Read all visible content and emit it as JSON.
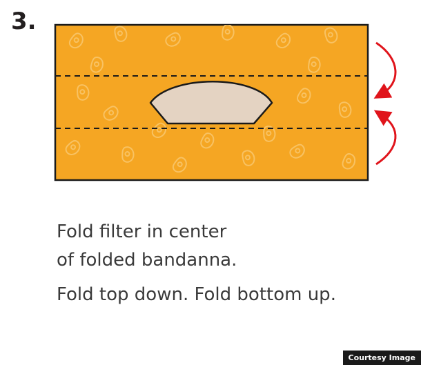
{
  "step": {
    "number": "3."
  },
  "colors": {
    "bandanna": "#f5a623",
    "paisley": "#f9c66a",
    "outline": "#1a1a1a",
    "filter": "#e4d3c2",
    "arrow": "#e0141b"
  },
  "icons": {
    "top_arrow": "curved-down-arrow-icon",
    "bottom_arrow": "curved-up-arrow-icon"
  },
  "instructions": {
    "line1": "Fold filter in center",
    "line2": "of folded bandanna.",
    "line3": "Fold top down. Fold bottom up."
  },
  "credit": "Courtesy Image"
}
